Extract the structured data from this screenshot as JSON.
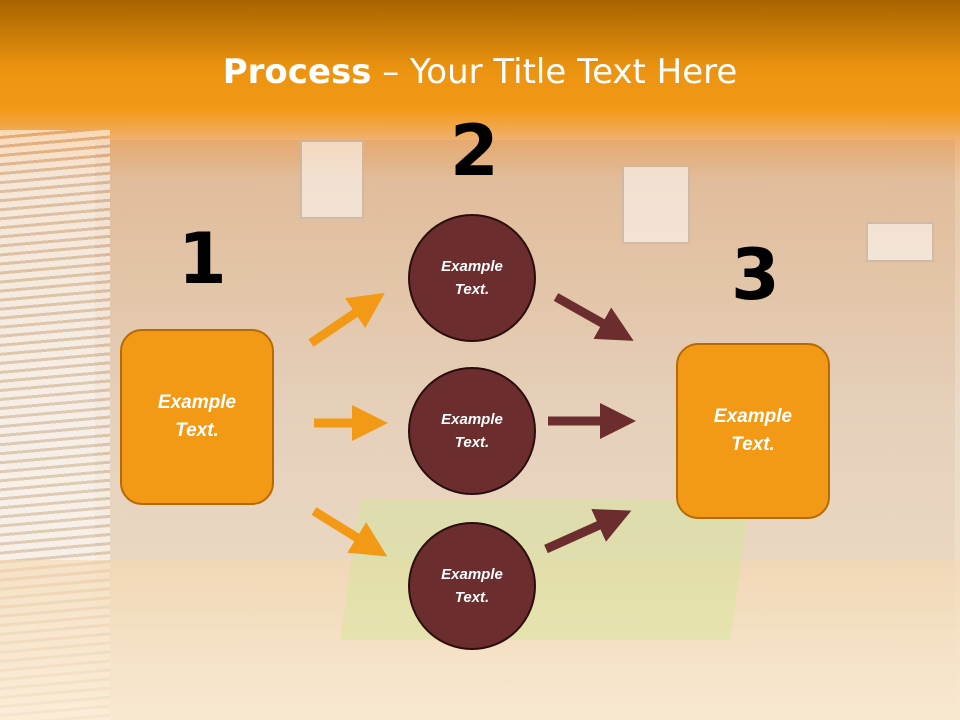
{
  "slide": {
    "title_bold": "Process",
    "title_rest": " – Your Title Text Here",
    "steps": [
      {
        "number": "1",
        "text": "Example\nText."
      },
      {
        "number": "2",
        "circles": [
          "Example\nText.",
          "Example\nText.",
          "Example\nText."
        ]
      },
      {
        "number": "3",
        "text": "Example\nText."
      }
    ]
  },
  "colors": {
    "header": "#f29a15",
    "box": "#f29a15",
    "circle": "#6b2d2d",
    "arrow_orange": "#f29a15",
    "arrow_brown": "#6b2d2d"
  }
}
